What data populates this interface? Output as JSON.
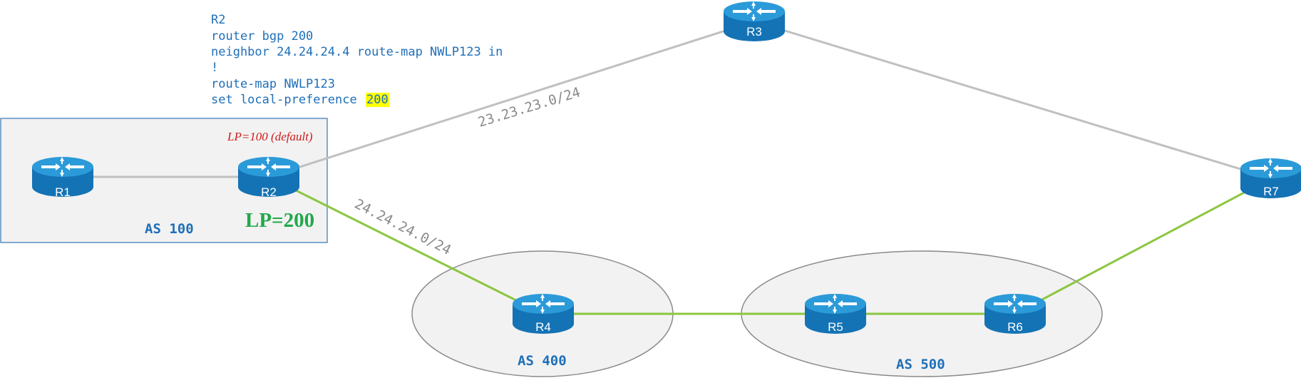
{
  "config_block": {
    "lines": [
      "R2",
      "router bgp 200",
      "neighbor 24.24.24.4 route-map NWLP123 in",
      "!",
      "route-map NWLP123",
      "set local-preference "
    ],
    "highlight_value": "200"
  },
  "autonomous_systems": {
    "as100": "AS 100",
    "as400": "AS 400",
    "as500": "AS 500"
  },
  "lp_default_label": "LP=100 (default)",
  "lp_new_label": "LP=200",
  "networks": {
    "net_23": "23.23.23.0/24",
    "net_24": "24.24.24.0/24"
  },
  "routers": {
    "r1": "R1",
    "r2": "R2",
    "r3": "R3",
    "r4": "R4",
    "r5": "R5",
    "r6": "R6",
    "r7": "R7"
  },
  "colors": {
    "link_gray": "#c0c0c0",
    "link_green": "#8cc63f",
    "router_body": "#1a8fd1",
    "router_top": "#3aa7e0",
    "as_fill": "#f2f2f2",
    "as100_border": "#5b8fbf"
  }
}
